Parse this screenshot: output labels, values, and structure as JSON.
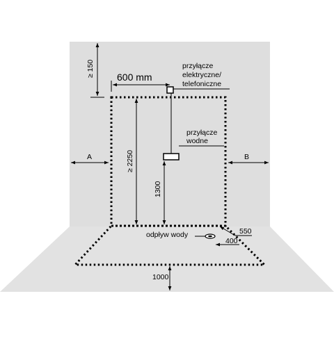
{
  "labels": {
    "width_600": "600 mm",
    "min_150": "≥ 150",
    "min_2250": "≥ 2250",
    "height_1300": "1300",
    "depth_1000": "1000",
    "side_a": "A",
    "side_b": "B",
    "dim_550": "550",
    "dim_400": "400",
    "electrical_line1": "przyłącze",
    "electrical_line2": "elektryczne/",
    "electrical_line3": "telefoniczne",
    "water_line1": "przyłącze",
    "water_line2": "wodne",
    "drain": "odpływ wody"
  },
  "colors": {
    "wall": "#dedede",
    "floor": "#e2e2e2",
    "line": "#000000"
  }
}
